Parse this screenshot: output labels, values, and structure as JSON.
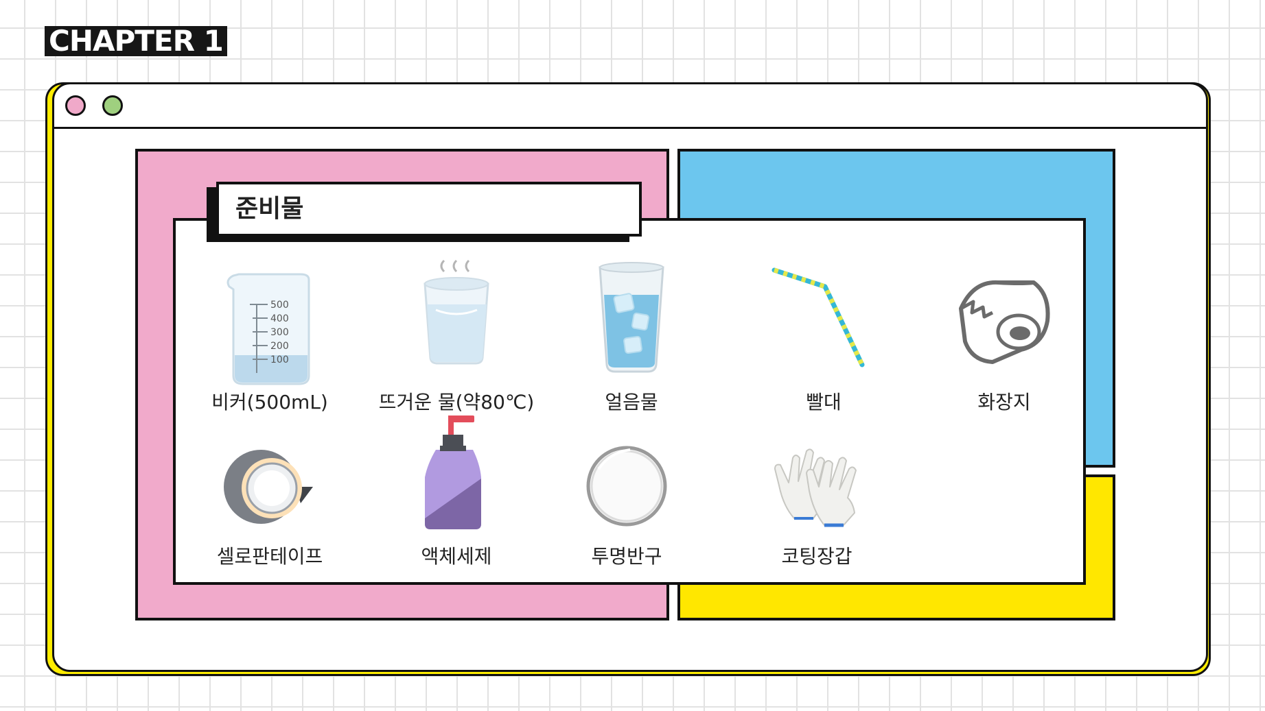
{
  "chapter_label": "CHAPTER 1",
  "window": {
    "dots": [
      {
        "name": "pink",
        "color": "#f0a9c9"
      },
      {
        "name": "green",
        "color": "#9fd07f"
      }
    ]
  },
  "panel": {
    "title": "준비물",
    "items": [
      {
        "label": "비커(500mL)",
        "icon": "beaker-icon",
        "beaker_scale": [
          "500",
          "400",
          "300",
          "200",
          "100"
        ]
      },
      {
        "label": "뜨거운 물(약80℃)",
        "icon": "hot-water-glass-icon"
      },
      {
        "label": "얼음물",
        "icon": "ice-water-glass-icon"
      },
      {
        "label": "빨대",
        "icon": "straw-icon"
      },
      {
        "label": "화장지",
        "icon": "tissue-roll-icon"
      },
      {
        "label": "셀로판테이프",
        "icon": "tape-roll-icon"
      },
      {
        "label": "액체세제",
        "icon": "detergent-bottle-icon"
      },
      {
        "label": "투명반구",
        "icon": "transparent-hemisphere-icon"
      },
      {
        "label": "코팅장갑",
        "icon": "coated-gloves-icon"
      }
    ]
  },
  "colors": {
    "pink": "#f1aacb",
    "blue": "#6cc6ee",
    "yellow": "#ffe700",
    "outline": "#111111"
  }
}
